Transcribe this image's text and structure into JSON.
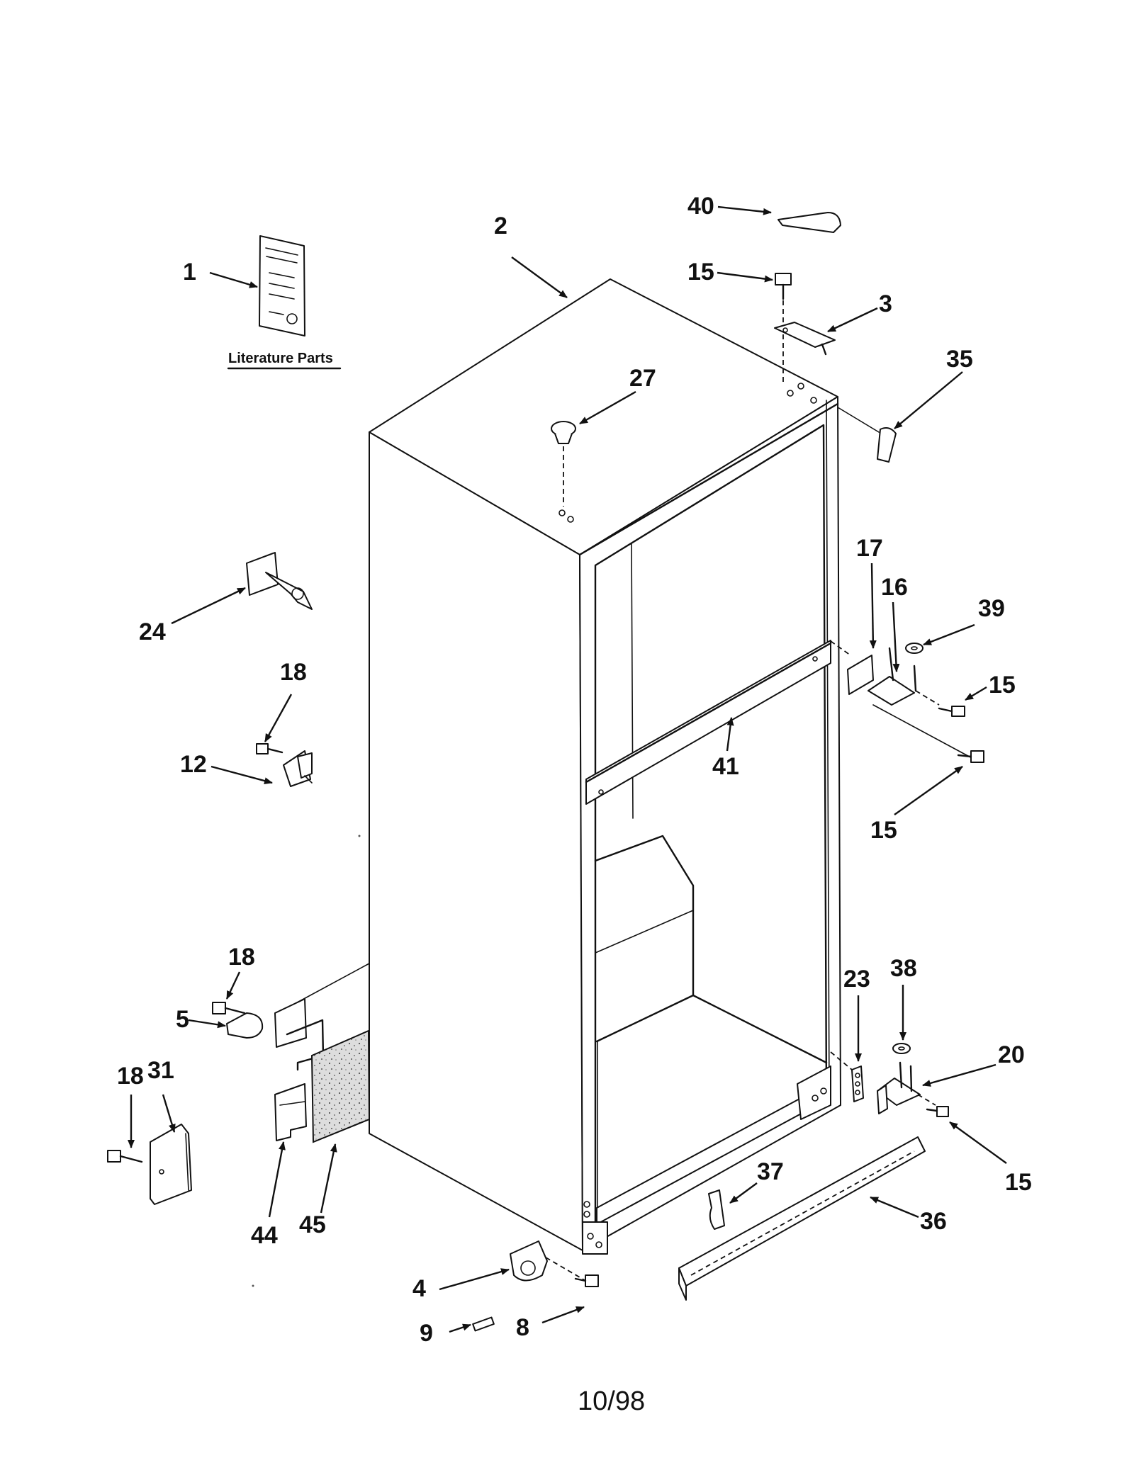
{
  "diagram": {
    "literature_caption": "Literature Parts",
    "footer_date": "10/98",
    "callouts": [
      {
        "id": "c1",
        "label": "1"
      },
      {
        "id": "c2",
        "label": "2"
      },
      {
        "id": "c40",
        "label": "40"
      },
      {
        "id": "c15a",
        "label": "15"
      },
      {
        "id": "c3",
        "label": "3"
      },
      {
        "id": "c35",
        "label": "35"
      },
      {
        "id": "c27",
        "label": "27"
      },
      {
        "id": "c24",
        "label": "24"
      },
      {
        "id": "c18a",
        "label": "18"
      },
      {
        "id": "c12",
        "label": "12"
      },
      {
        "id": "c17",
        "label": "17"
      },
      {
        "id": "c16",
        "label": "16"
      },
      {
        "id": "c39",
        "label": "39"
      },
      {
        "id": "c15b",
        "label": "15"
      },
      {
        "id": "c41",
        "label": "41"
      },
      {
        "id": "c15c",
        "label": "15"
      },
      {
        "id": "c18b",
        "label": "18"
      },
      {
        "id": "c5",
        "label": "5"
      },
      {
        "id": "c31",
        "label": "31"
      },
      {
        "id": "c18c",
        "label": "18"
      },
      {
        "id": "c23",
        "label": "23"
      },
      {
        "id": "c38",
        "label": "38"
      },
      {
        "id": "c20",
        "label": "20"
      },
      {
        "id": "c15d",
        "label": "15"
      },
      {
        "id": "c37",
        "label": "37"
      },
      {
        "id": "c36",
        "label": "36"
      },
      {
        "id": "c44",
        "label": "44"
      },
      {
        "id": "c45",
        "label": "45"
      },
      {
        "id": "c4",
        "label": "4"
      },
      {
        "id": "c9",
        "label": "9"
      },
      {
        "id": "c8",
        "label": "8"
      }
    ]
  }
}
